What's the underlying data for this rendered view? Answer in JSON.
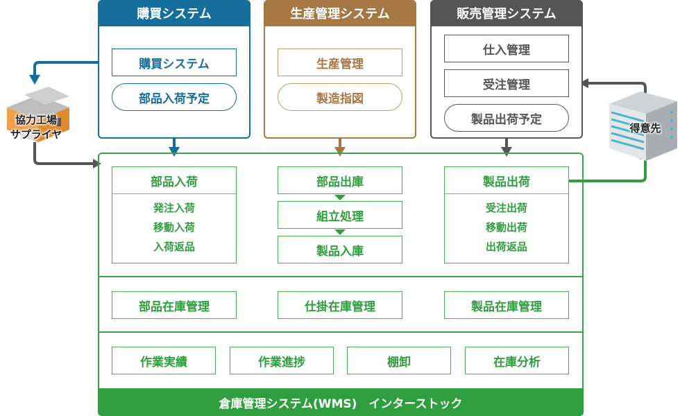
{
  "colors": {
    "purchase": "#156e9c",
    "production": "#a67944",
    "sales": "#555555",
    "wms": "#2e9e3e"
  },
  "purchase_system": {
    "title": "購買システム",
    "items": [
      "購買システム"
    ],
    "pill": "部品入荷予定"
  },
  "production_system": {
    "title": "生産管理システム",
    "items": [
      "生産管理"
    ],
    "pill": "製造指図"
  },
  "sales_system": {
    "title": "販売管理システム",
    "items": [
      "仕入管理",
      "受注管理"
    ],
    "pill": "製品出荷予定"
  },
  "supplier": {
    "line1": "協力工場",
    "line2": "サプライヤ",
    "icon": "factory-icon"
  },
  "customer": {
    "label": "得意先",
    "icon": "building-icon"
  },
  "wms": {
    "receiving": {
      "title": "部品入荷",
      "items": [
        "発注入荷",
        "移動入荷",
        "入荷返品"
      ]
    },
    "production_flow": [
      "部品出庫",
      "組立処理",
      "製品入庫"
    ],
    "shipping": {
      "title": "製品出荷",
      "items": [
        "受注出荷",
        "移動出荷",
        "出荷返品"
      ]
    },
    "inventory": [
      "部品在庫管理",
      "仕掛在庫管理",
      "製品在庫管理"
    ],
    "operations": [
      "作業実績",
      "作業進捗",
      "棚卸",
      "在庫分析"
    ],
    "footer": "倉庫管理システム(WMS)　インターストック"
  }
}
